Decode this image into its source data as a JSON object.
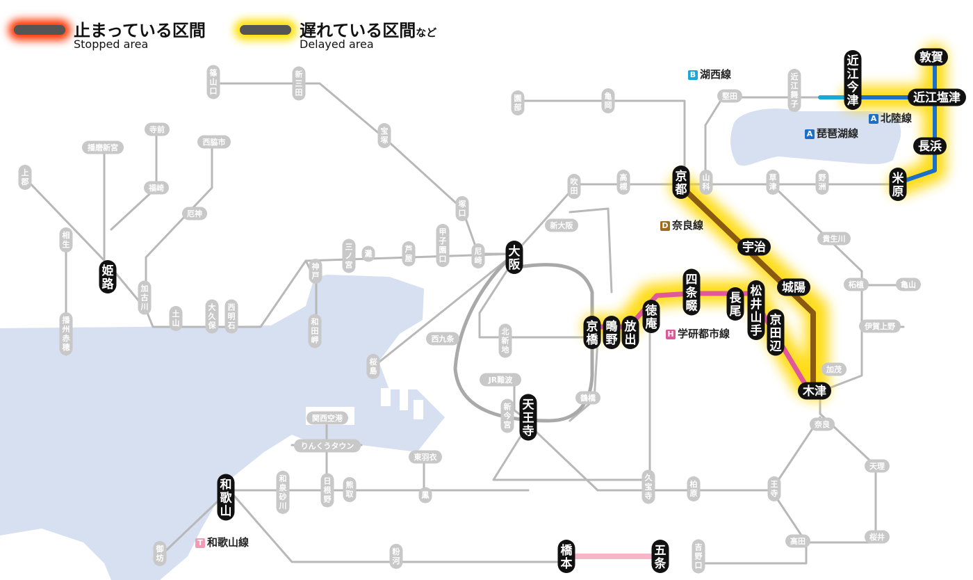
{
  "legend": {
    "stopped": {
      "label": "止まっている区間",
      "sub": "Stopped area",
      "color": "#ff3300"
    },
    "delayed": {
      "label": "遅れている区間",
      "suffix": "など",
      "sub": "Delayed area",
      "color": "#ffdd00"
    }
  },
  "lines": {
    "biwako": {
      "code": "A",
      "name": "琵琶湖線",
      "color": "#1b6fc6"
    },
    "hokuriku": {
      "code": "A",
      "name": "北陸線",
      "color": "#1b6fc6"
    },
    "kosei": {
      "code": "B",
      "name": "湖西線",
      "color": "#19a9d6"
    },
    "nara": {
      "code": "D",
      "name": "奈良線",
      "color": "#a06a1b"
    },
    "gakkentoshi": {
      "code": "H",
      "name": "学研都市線",
      "color": "#e0589a"
    },
    "wakayama": {
      "code": "T",
      "name": "和歌山線",
      "color": "#f29bb7"
    }
  },
  "stations": {
    "tsuruga": "敦賀",
    "omishiotsu": "近江塩津",
    "omiimazu": "近江今津",
    "nagahama": "長浜",
    "maibara": "米原",
    "kyoto": "京都",
    "uji": "宇治",
    "joyo": "城陽",
    "kizu": "木津",
    "kyotanabe": "京田辺",
    "matsuiyamate": "松井山手",
    "nagao": "長尾",
    "shijonawate": "四条畷",
    "tokuan": "徳庵",
    "hanaten": "放出",
    "shigino": "鴫野",
    "kyobashi": "京橋",
    "hashimoto": "橋本",
    "gojo": "五条",
    "sasayamaguchi": "篠山口",
    "shinsanda": "新三田",
    "takarazuka": "宝塚",
    "sonobe": "園部",
    "kameoka": "亀岡",
    "katata": "堅田",
    "omimaiko": "近江舞子",
    "yamashina": "山科",
    "kusatsu": "草津",
    "yasu": "野洲",
    "takatsuki": "高槻",
    "suita": "吹田",
    "shinosaka": "新大阪",
    "osaka": "大阪",
    "amagasaki": "尼崎",
    "koshienguchi": "甲子園口",
    "ashiya": "芦屋",
    "nada": "灘",
    "sannomiya": "三ノ宮",
    "kobe": "神戸",
    "wadamisaki": "和田岬",
    "nishiakashi": "西明石",
    "okubo": "大久保",
    "doyama": "土山",
    "kakogawa": "加古川",
    "himeji": "姫路",
    "aioi": "相生",
    "kamigori": "上郡",
    "banshuako": "播州赤穂",
    "harimashingu": "播磨新宮",
    "teramae": "寺前",
    "fukusaki": "福崎",
    "nishiwakishi": "西脇市",
    "yashiro": "厄神",
    "tsukaguchi": "塚口",
    "kitashinchi": "北新地",
    "nishikujo": "西九条",
    "sakurajima": "桜島",
    "jrnamba": "JR難波",
    "shinimamiya": "新今宮",
    "tennoji": "天王寺",
    "tsuruhashi": "鶴橋",
    "kansaiairport": "関西空港",
    "rinku": "りんくうタウン",
    "higashihagoromo": "東羽衣",
    "otori": "鳳",
    "hineno": "日根野",
    "kumatori": "熊取",
    "izumisunagawa": "和泉砂川",
    "wakayama": "和歌山",
    "gobo": "御坊",
    "kokawa": "粉河",
    "kyuhoji": "久宝寺",
    "kashiwara": "柏原",
    "oji": "王寺",
    "takada": "高田",
    "yoshinoguchi": "吉野口",
    "nara": "奈良",
    "tenri": "天理",
    "sakurai": "桜井",
    "kamo": "加茂",
    "iga": "伊賀上野",
    "tsuge": "柘植",
    "kameyama": "亀山",
    "kibukawa": "貴生川"
  }
}
